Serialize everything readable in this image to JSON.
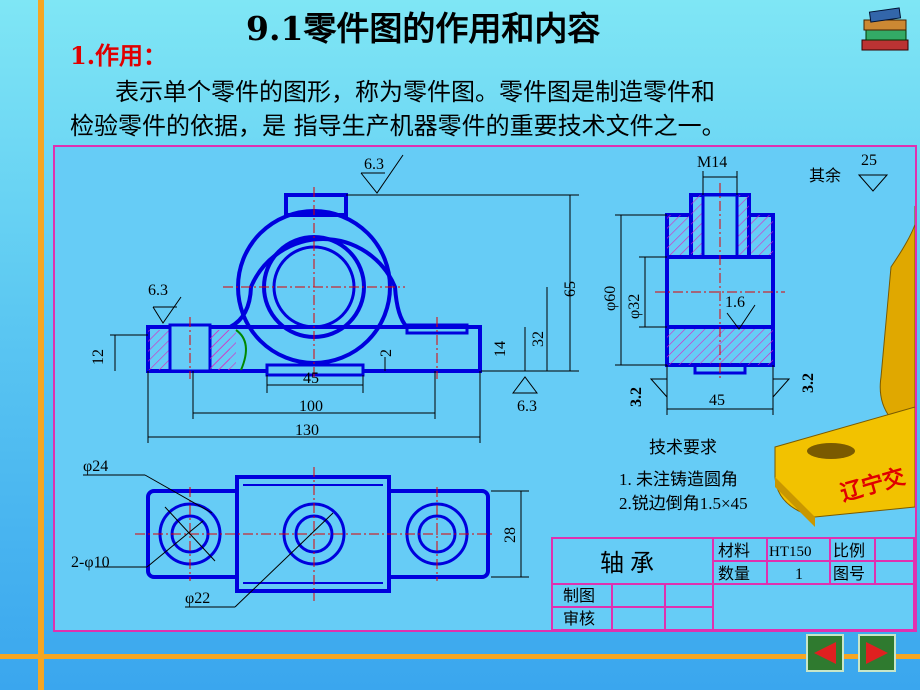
{
  "slide": {
    "title": "9.1零件图的作用和内容",
    "section": "1.作用：",
    "paragraph_line1": "表示单个零件的图形，称为零件图。零件图是制造零件和",
    "paragraph_line2": "检验零件的依据，是 指导生产机器零件的重要技术文件之一。"
  },
  "drawing": {
    "roughness": {
      "top": "6.3",
      "left": "6.3",
      "bottom": "6.3",
      "bore": "1.6",
      "side_left": "3.2",
      "side_right": "3.2",
      "others_label": "其余",
      "others_value": "25"
    },
    "dims": {
      "h12": "12",
      "h2": "2",
      "h14": "14",
      "h32": "32",
      "h65": "65",
      "w45": "45",
      "w100": "100",
      "w130": "130",
      "thread": "M14",
      "phi60": "φ60",
      "phi32": "φ32",
      "side45": "45",
      "phi24": "φ24",
      "holes": "2-φ10",
      "phi22": "φ22",
      "h28": "28"
    },
    "tech_notes": {
      "heading": "技术要求",
      "note1": "1. 未注铸造圆角",
      "note2": "2.锐边倒角1.5×45"
    },
    "title_block": {
      "part_name": "轴  承",
      "material_label": "材料",
      "material_value": "HT150",
      "scale_label": "比例",
      "qty_label": "数量",
      "qty_value": "1",
      "drawing_no_label": "图号",
      "drawn_by_label": "制图",
      "checked_by_label": "审核"
    },
    "stamp": "辽宁交"
  },
  "colors": {
    "outline": "#0000dd",
    "hatch": "#e020c0",
    "centerline": "#e00000",
    "frame": "#e030b0",
    "accent": "#f5a623"
  },
  "nav": {
    "prev_icon": "left-arrow-icon",
    "next_icon": "right-arrow-icon"
  }
}
